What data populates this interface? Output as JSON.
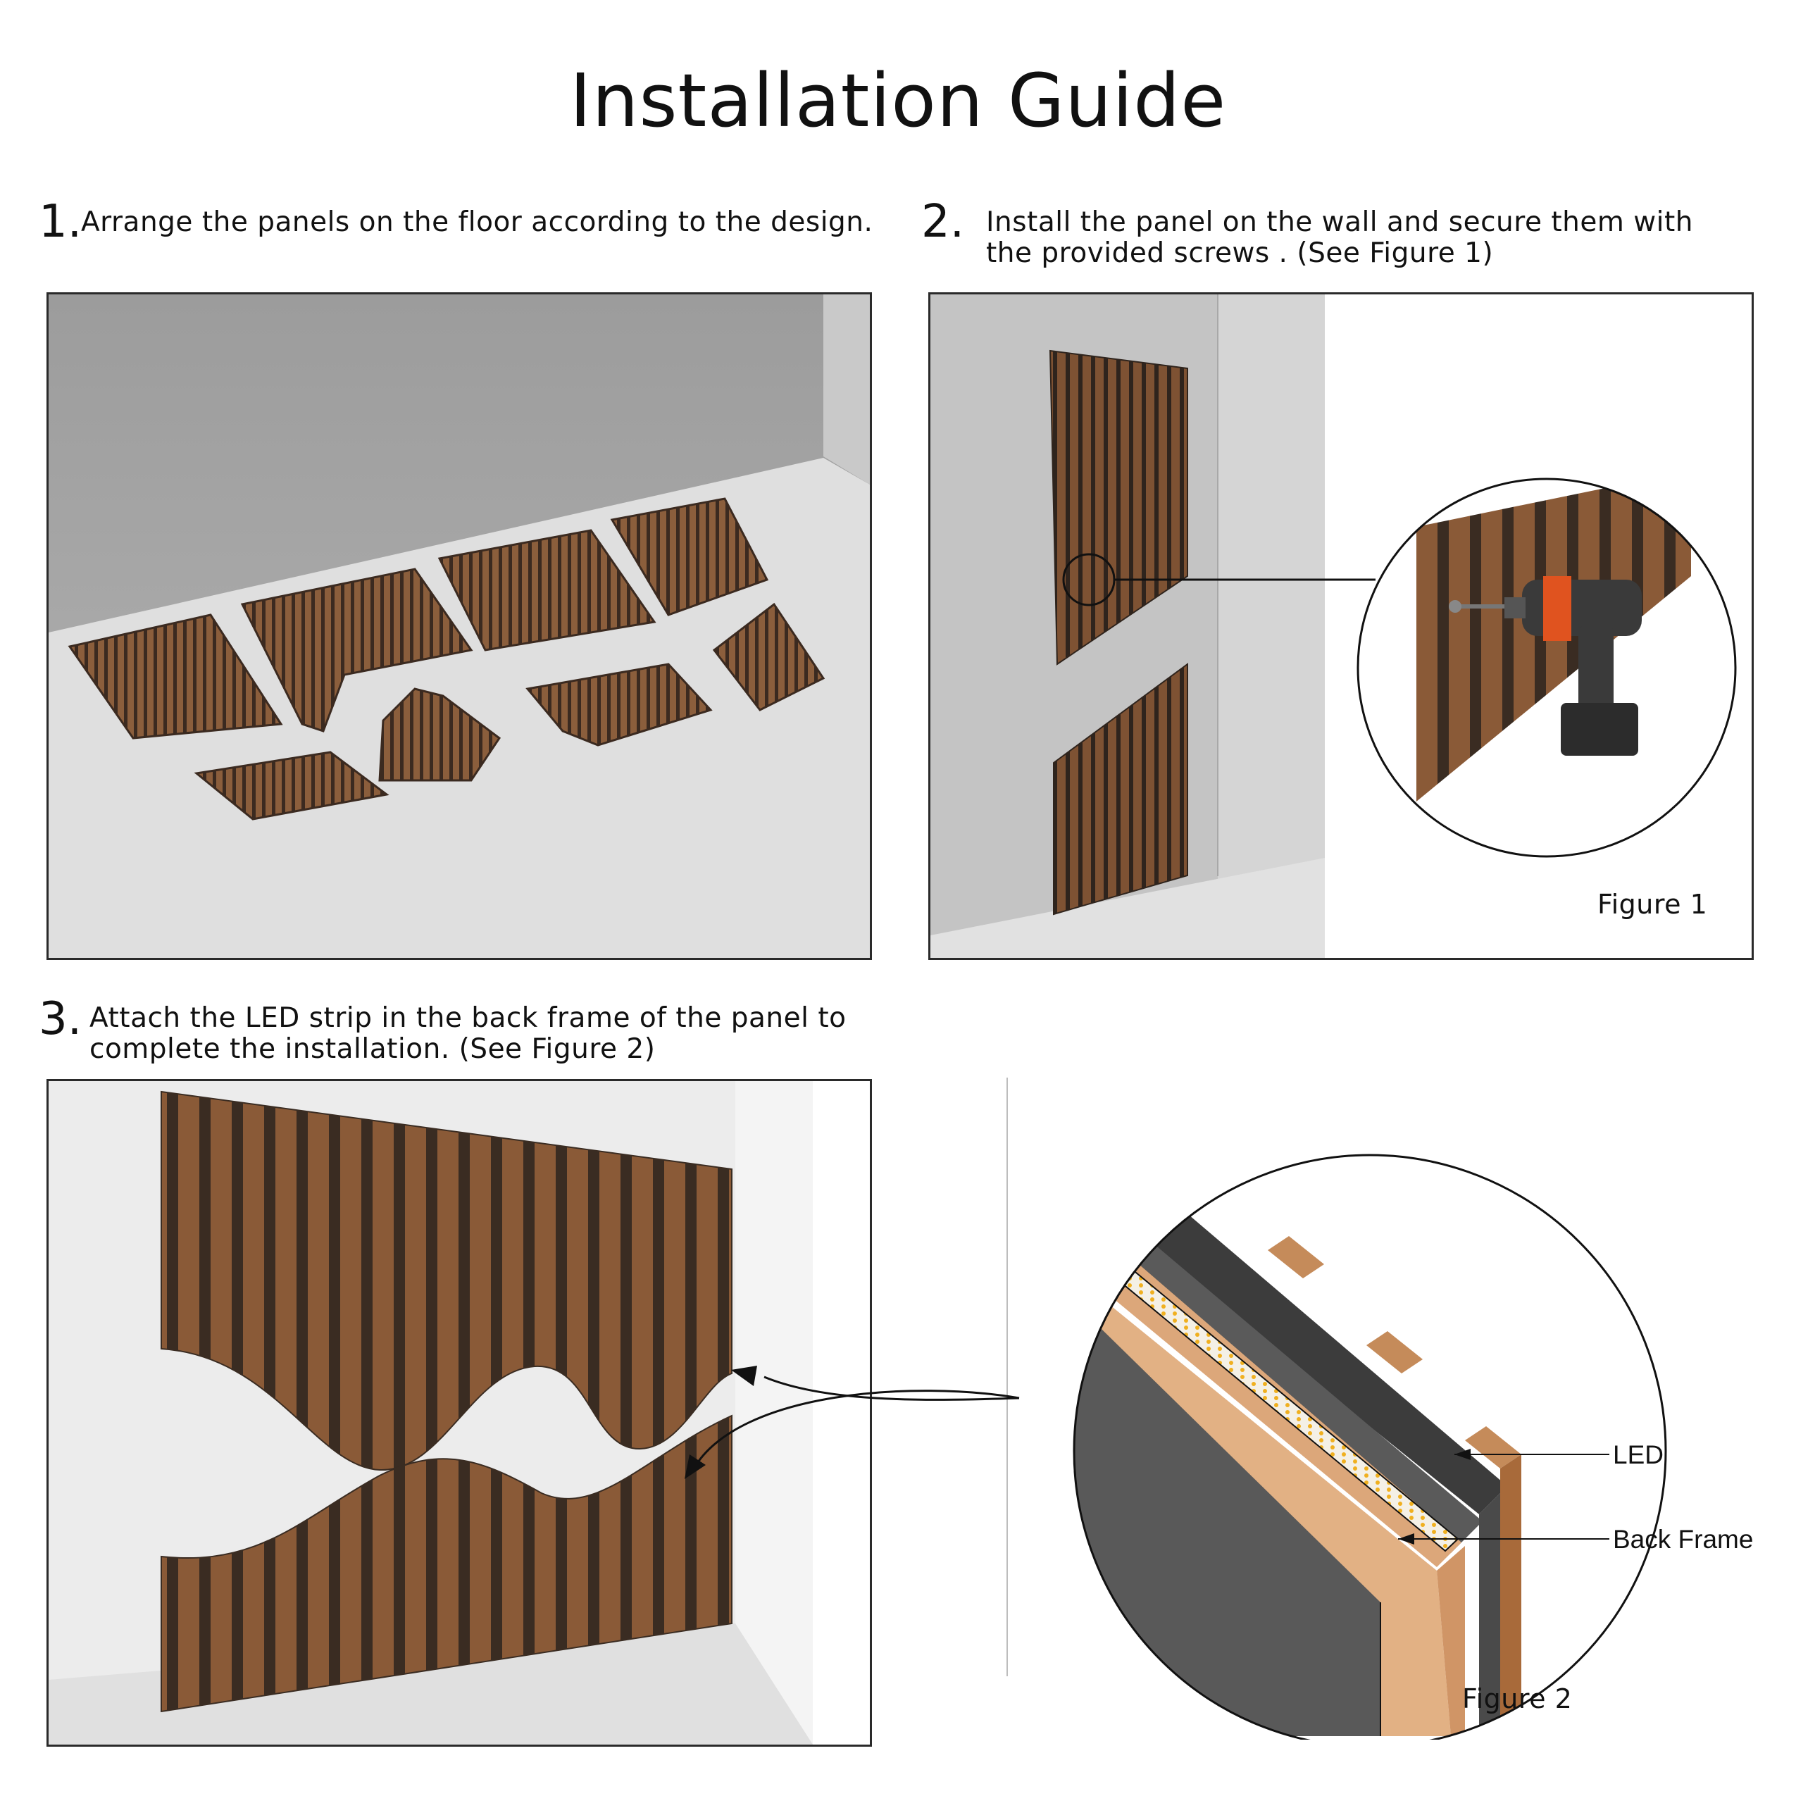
{
  "page": {
    "title": "Installation Guide"
  },
  "steps": [
    {
      "number": "1.",
      "text": "Arrange the panels on the floor according to the design."
    },
    {
      "number": "2.",
      "text": "Install the panel  on the wall and secure them with\nthe provided screws . (See Figure 1)"
    },
    {
      "number": "3.",
      "text": "Attach the LED strip in the back frame of the panel to\ncomplete the installation. (See Figure 2)"
    }
  ],
  "figures": {
    "figure1": {
      "caption": "Figure 1"
    },
    "figure2": {
      "caption": "Figure 2",
      "labels": {
        "led": "LED",
        "back_frame": "Back Frame"
      }
    }
  },
  "colors": {
    "wood_light": "#8b5e3c",
    "wood_dark": "#3b2a20",
    "wall_grey": "#9a9a9a",
    "floor_grey": "#dcdcdc",
    "drill_orange": "#e0531f",
    "frame_tan": "#dca77a",
    "panel_dark": "#4a4a4a"
  },
  "icons": [
    "drill-icon",
    "screw-icon",
    "led-strip-icon"
  ]
}
